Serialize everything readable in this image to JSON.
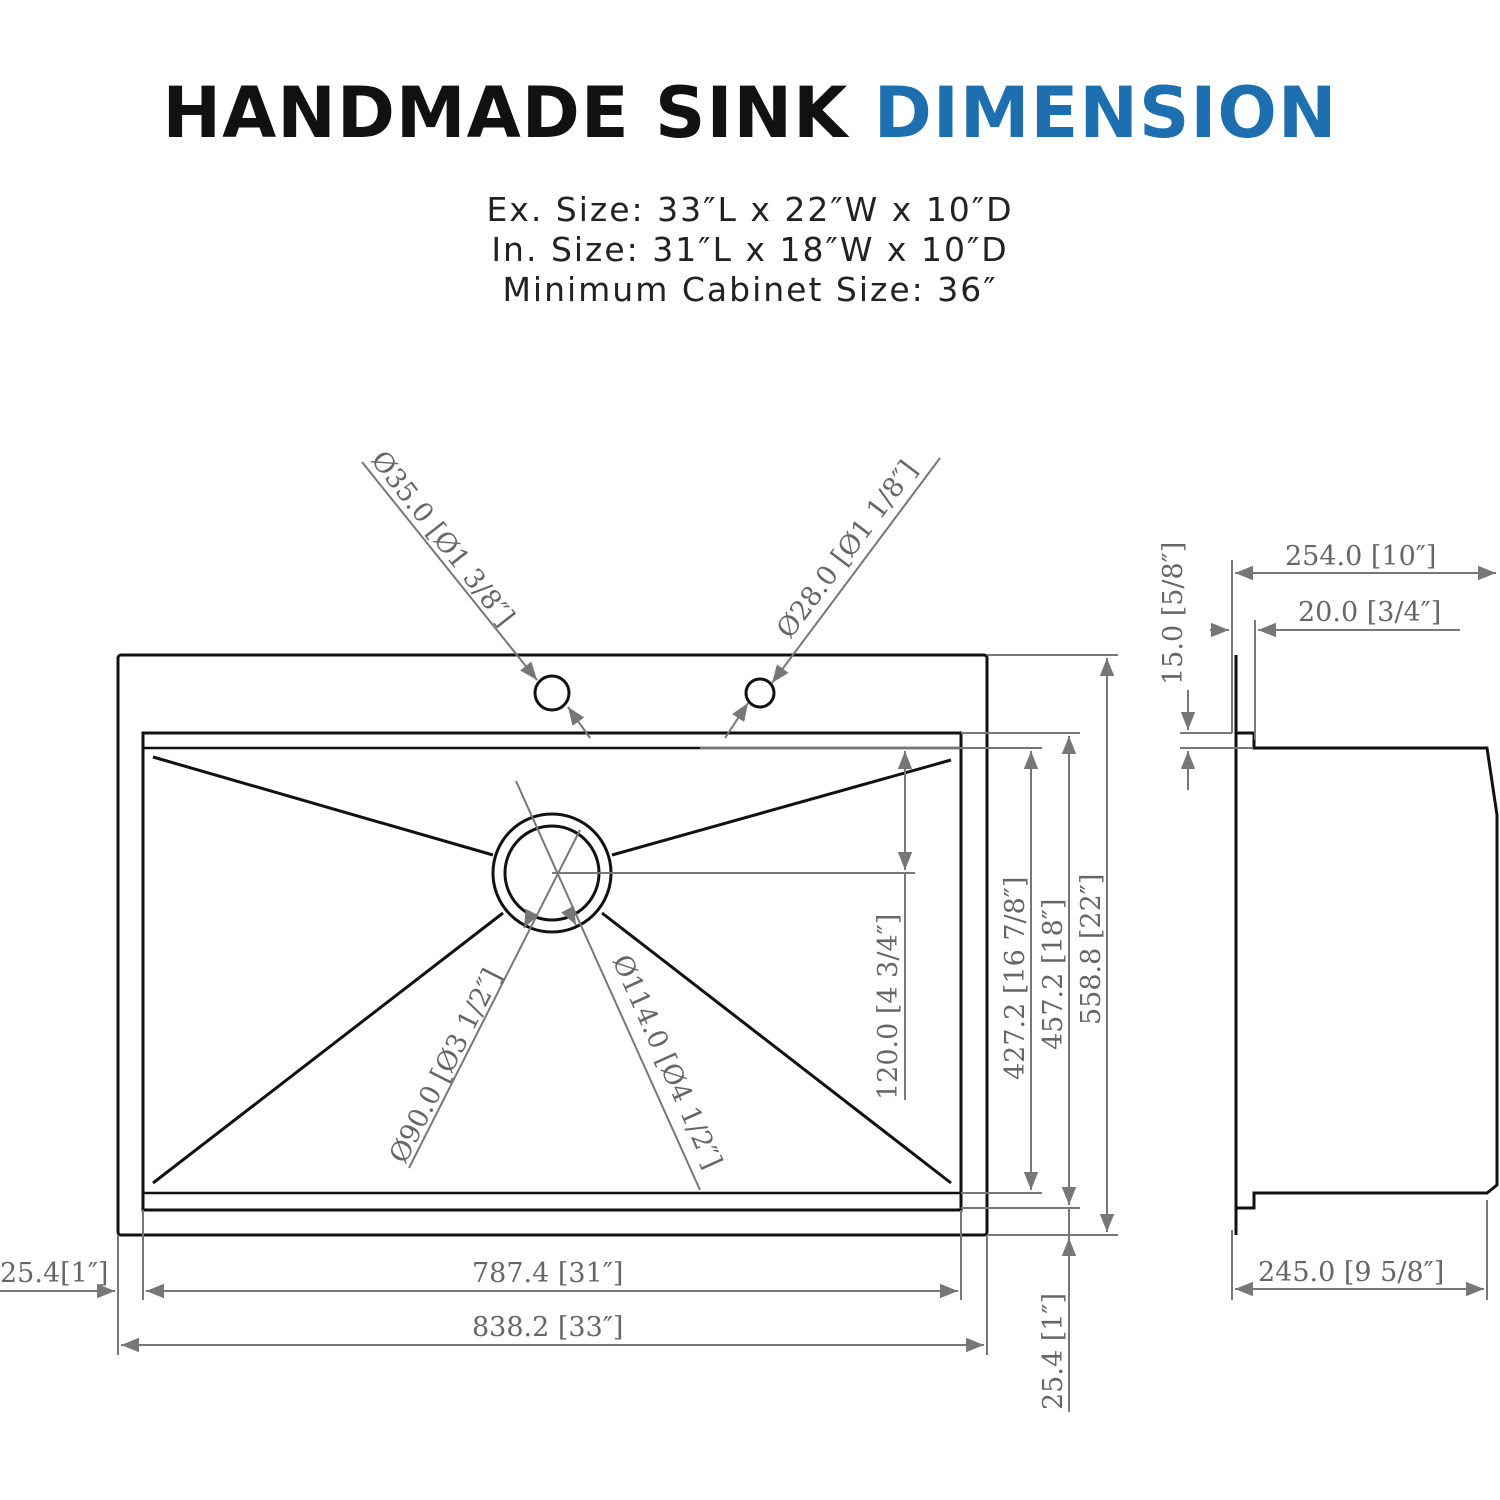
{
  "title": {
    "main": "HANDMADE SINK",
    "accent": "DIMENSION",
    "accent_color": "#1e6fb0"
  },
  "specs": {
    "external": "Ex. Size:  33″L x 22″W x 10″D",
    "internal": "In. Size:  31″L x 18″W x 10″D",
    "cabinet": "Minimum Cabinet Size:  36″"
  },
  "top_view": {
    "hole_left_diameter": "Ø35.0 [Ø1 3/8″]",
    "hole_right_diameter": "Ø28.0 [Ø1 1/8″]",
    "drain_inner_diameter": "Ø90.0 [Ø3 1/2″]",
    "drain_outer_diameter": "Ø114.0 [Ø4 1/2″]",
    "drain_offset": "120.0 [4 3/4″]",
    "inner_width_bowl": "427.2 [16 7/8″]",
    "inner_width": "457.2 [18″]",
    "outer_width": "558.8 [22″]",
    "flange_left": "25.4[1″]",
    "inner_length": "787.4 [31″]",
    "outer_length": "838.2 [33″]",
    "flange_bottom": "25.4 [1″]"
  },
  "side_view": {
    "depth_total": "254.0 [10″]",
    "flange_step": "20.0 [3/4″]",
    "flange_thickness": "15.0 [5/8″]",
    "depth_bottom": "245.0 [9 5/8″]"
  }
}
